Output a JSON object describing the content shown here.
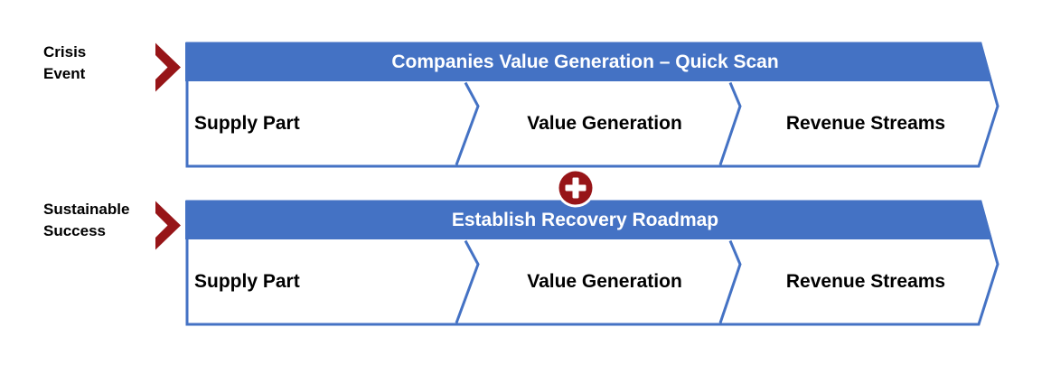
{
  "colors": {
    "accent_blue": "#4472C4",
    "dark_red": "#971518",
    "title_text": "#FFFFFF",
    "label_text": "#000000",
    "background": "#FFFFFF"
  },
  "side_labels": [
    {
      "name": "crisis-event",
      "text": "Crisis\nEvent"
    },
    {
      "name": "sustainable-success",
      "text": "Sustainable\nSuccess"
    }
  ],
  "banners": [
    {
      "title": "Companies Value Generation – Quick Scan",
      "segments": [
        {
          "label": "Supply Part"
        },
        {
          "label": "Value Generation"
        },
        {
          "label": "Revenue Streams"
        }
      ]
    },
    {
      "title": "Establish Recovery Roadmap",
      "segments": [
        {
          "label": "Supply Part"
        },
        {
          "label": "Value Generation"
        },
        {
          "label": "Revenue Streams"
        }
      ]
    }
  ],
  "connector": {
    "icon": "plus-icon",
    "symbol": "+"
  }
}
